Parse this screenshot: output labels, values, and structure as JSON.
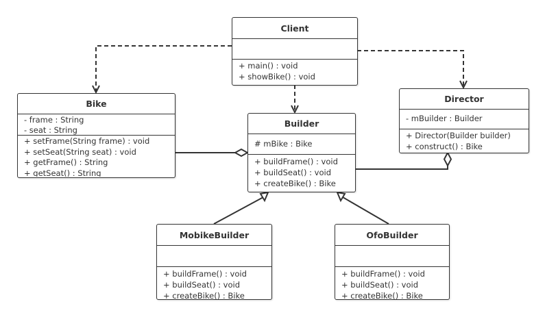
{
  "classes": {
    "client": {
      "name": "Client",
      "attributes": [],
      "methods": [
        "+ main() : void",
        "+ showBike() : void"
      ]
    },
    "bike": {
      "name": "Bike",
      "attributes": [
        "- frame : String",
        "- seat : String"
      ],
      "methods": [
        "+ setFrame(String frame) : void",
        "+ setSeat(String seat) : void",
        "+ getFrame() : String",
        "+ getSeat() : String"
      ]
    },
    "builder": {
      "name": "Builder",
      "attributes": [
        "# mBike : Bike"
      ],
      "methods": [
        "+ buildFrame() : void",
        "+ buildSeat() : void",
        "+ createBike() : Bike"
      ]
    },
    "director": {
      "name": "Director",
      "attributes": [
        "- mBuilder : Builder"
      ],
      "methods": [
        "+ Director(Builder builder)",
        "+ construct() : Bike"
      ]
    },
    "mobike": {
      "name": "MobikeBuilder",
      "attributes": [],
      "methods": [
        "+ buildFrame() : void",
        "+ buildSeat() : void",
        "+ createBike() : Bike"
      ]
    },
    "ofo": {
      "name": "OfoBuilder",
      "attributes": [],
      "methods": [
        "+ buildFrame() : void",
        "+ buildSeat() : void",
        "+ createBike() : Bike"
      ]
    }
  },
  "relations": [
    {
      "from": "Client",
      "to": "Bike",
      "type": "dependency"
    },
    {
      "from": "Client",
      "to": "Builder",
      "type": "dependency"
    },
    {
      "from": "Client",
      "to": "Director",
      "type": "dependency"
    },
    {
      "from": "Builder",
      "to": "Bike",
      "type": "aggregation"
    },
    {
      "from": "Director",
      "to": "Builder",
      "type": "aggregation"
    },
    {
      "from": "MobikeBuilder",
      "to": "Builder",
      "type": "generalization"
    },
    {
      "from": "OfoBuilder",
      "to": "Builder",
      "type": "generalization"
    }
  ],
  "colors": {
    "line": "#333333",
    "background": "#ffffff"
  }
}
